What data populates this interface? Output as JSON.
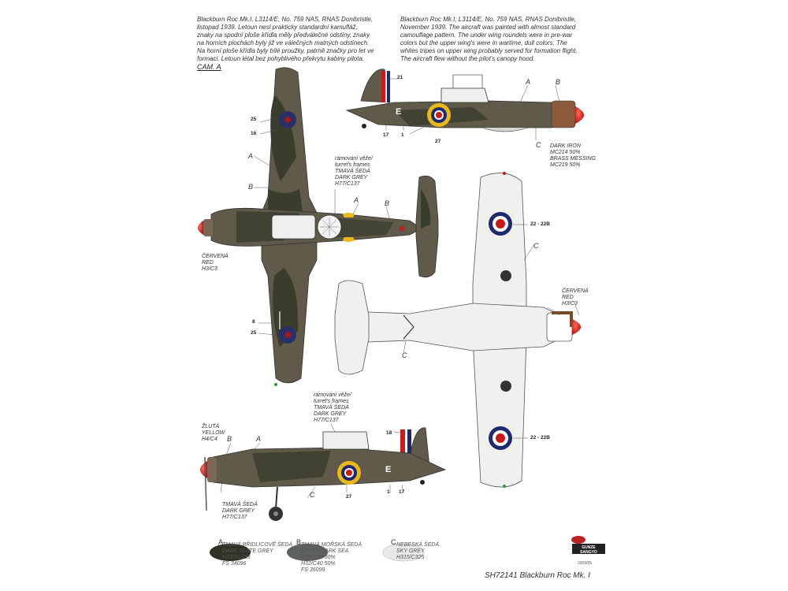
{
  "intro": {
    "czech": "Blackburn Roc Mk.I, L3114/E, No. 759 NAS, RNAS Donibristle, listopad 1939. Letoun nesl prakticky standardní kamufláž, znaky na spodní ploše křídla měly předválečné odstíny, znaky na horních plochách byly již ve válečných matných odstínech. Na horní ploše křídla byly bílé proužky, patrně značky pro let ve formaci. Letoun létal bez pohyblivého překrytu kabiny pilota.",
    "english": "Blackburn Roc Mk.I, L3114/E, No. 759 NAS, RNAS Donibristle, November 1939. The aircraft was painted with almost standard camouflage pattern. The under wing roundels were in pre-war colors but the upper wing's were in wartime, dull colors. The whites tripes on upper wing probably served for formation flight. The aircraft flew without the pilot's canopy hood."
  },
  "cam_label": "CAM. A",
  "labels": {
    "turret_frames_1": [
      "rámování věže/",
      "turret's frames",
      "TMAVÁ ŠEDÁ",
      "DARK GREY",
      "H77/C137"
    ],
    "turret_frames_2": [
      "rámování věže/",
      "turret's frames",
      "TMAVÁ ŠEDÁ",
      "DARK GREY",
      "H77/C137"
    ],
    "red_left": [
      "ČERVENÁ",
      "RED",
      "H3/C3"
    ],
    "red_right": [
      "ČERVENÁ",
      "RED",
      "H3/C3"
    ],
    "yellow": [
      "ŽLUTÁ",
      "YELLOW",
      "H4/C4"
    ],
    "dark_grey": [
      "TMAVÁ ŠEDÁ",
      "DARK GREY",
      "H77/C137"
    ],
    "metal": [
      "DARK IRON",
      "MC214 50%",
      "BRASS MESSING",
      "MC219 50%"
    ]
  },
  "letters": {
    "a": "A",
    "b": "B",
    "c": "C"
  },
  "numbers": {
    "n16": "16",
    "n17": "17",
    "n18": "18",
    "n1": "1",
    "n21": "21",
    "n25": "25",
    "n27": "27",
    "n8": "8",
    "n22": "22 - 22B",
    "codeE": "E"
  },
  "swatches": [
    {
      "letter": "A",
      "lines": [
        "TMAVÁ BŘIDLICOVĚ ŠEDÁ",
        "DARK SLATE GREY",
        "H333/C333",
        "FS 34096"
      ],
      "color": "#2f3226"
    },
    {
      "letter": "B",
      "lines": [
        "TMAVÁ MOŘSKÁ ŠEDÁ",
        "EXTRA DARK SEA",
        "H76/C38 50%",
        "H32/C40 50%",
        "FS 36099"
      ],
      "color": "#5e625e"
    },
    {
      "letter": "C",
      "lines": [
        "NEBESKÁ ŠEDÁ",
        "SKY GREY",
        "H315/C325"
      ],
      "color": "#e8e8e6"
    }
  ],
  "footer": {
    "title": "SH72141 Blackburn Roc Mk. I",
    "date": "2009/05",
    "logo_text": "GUNZE SANGYO"
  },
  "colors": {
    "dark_green": "#3d3f2d",
    "dark_earth": "#6e6552",
    "sky": "#f0f0ee",
    "red": "#c81a1a",
    "roundel_blue": "#1f2a6c",
    "yellow": "#e8b81c"
  }
}
